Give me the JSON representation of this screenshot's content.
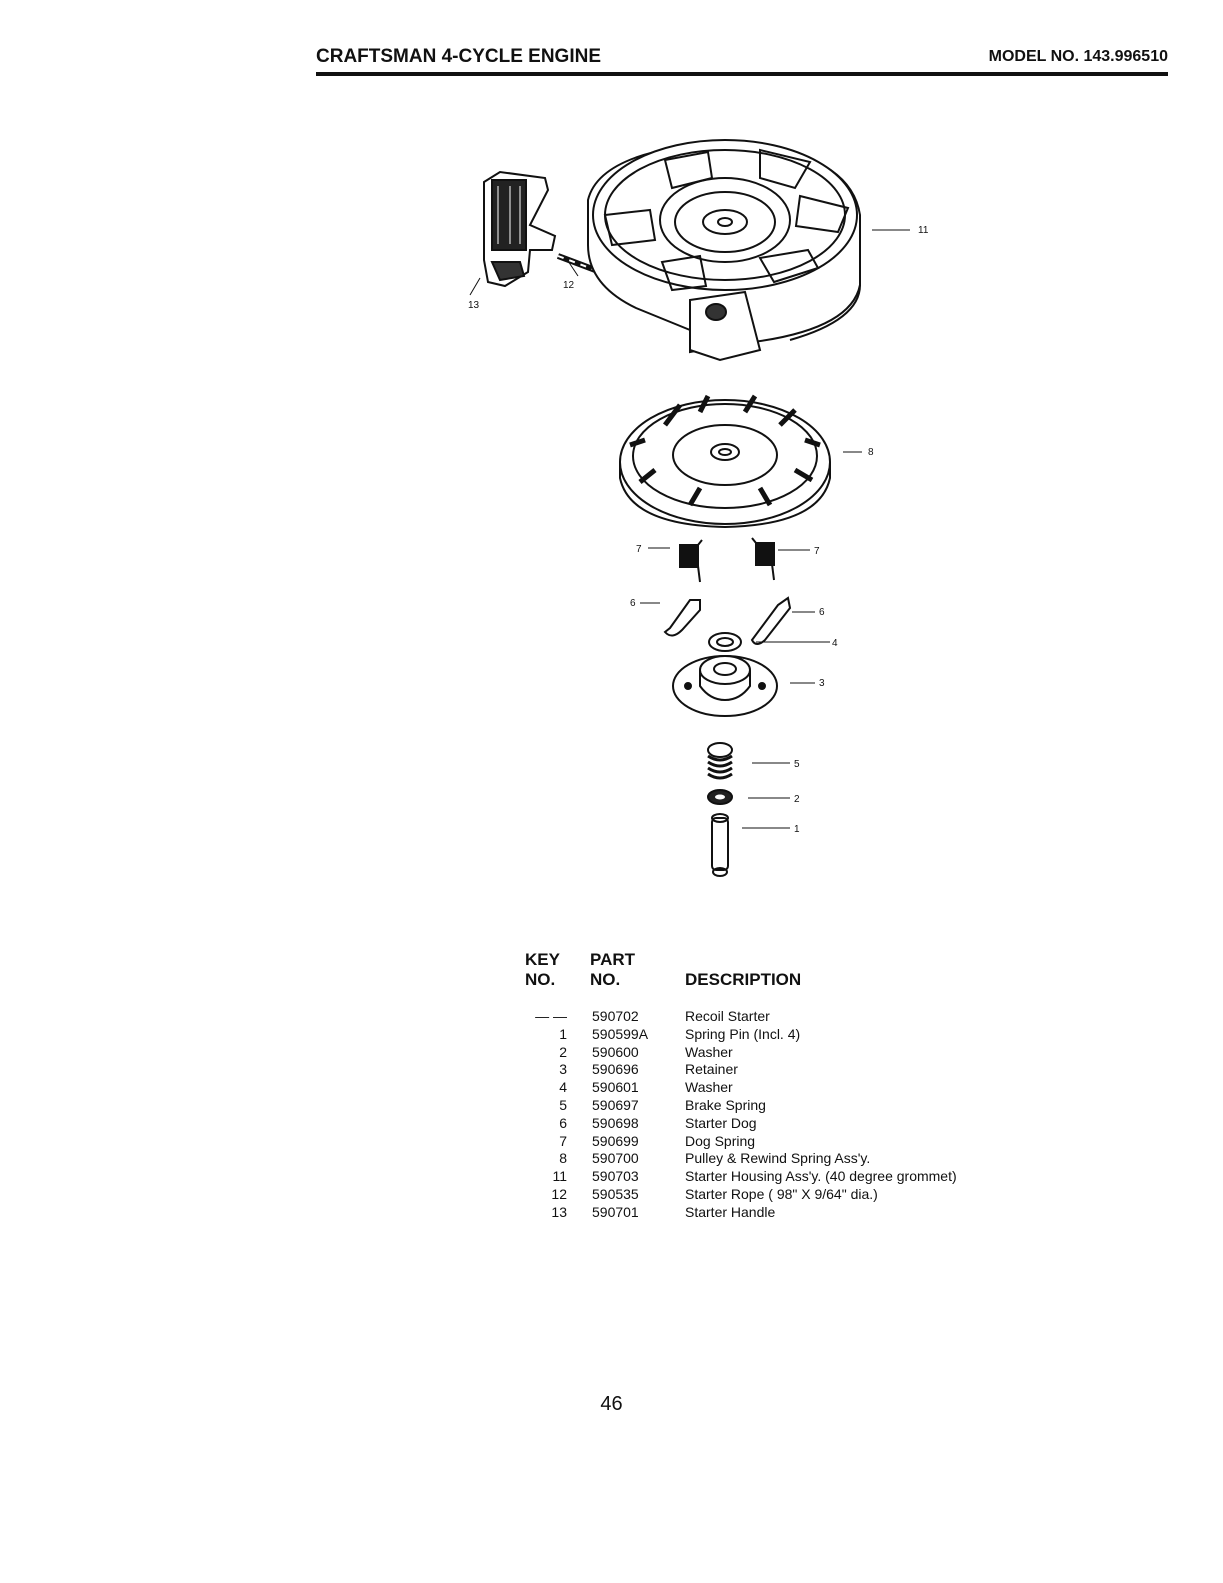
{
  "header": {
    "title": "CRAFTSMAN 4-CYCLE ENGINE",
    "model": "MODEL NO. 143.996510"
  },
  "diagram": {
    "callouts": [
      "11",
      "12",
      "13",
      "8",
      "7",
      "7",
      "6",
      "6",
      "4",
      "3",
      "5",
      "2",
      "1"
    ]
  },
  "parts_table": {
    "headers": {
      "key_line1": "KEY",
      "key_line2": "NO.",
      "part_line1": "PART",
      "part_line2": "NO.",
      "description": "DESCRIPTION"
    },
    "rows": [
      {
        "key": "— —",
        "part": "590702",
        "description": "Recoil Starter"
      },
      {
        "key": "1",
        "part": "590599A",
        "description": "Spring Pin (Incl. 4)"
      },
      {
        "key": "2",
        "part": "590600",
        "description": "Washer"
      },
      {
        "key": "3",
        "part": "590696",
        "description": "Retainer"
      },
      {
        "key": "4",
        "part": "590601",
        "description": "Washer"
      },
      {
        "key": "5",
        "part": "590697",
        "description": "Brake Spring"
      },
      {
        "key": "6",
        "part": "590698",
        "description": "Starter Dog"
      },
      {
        "key": "7",
        "part": "590699",
        "description": "Dog Spring"
      },
      {
        "key": "8",
        "part": "590700",
        "description": "Pulley & Rewind Spring Ass'y."
      },
      {
        "key": "11",
        "part": "590703",
        "description": "Starter Housing Ass'y. (40 degree grommet)"
      },
      {
        "key": "12",
        "part": "590535",
        "description": "Starter Rope ( 98\" X 9/64\" dia.)"
      },
      {
        "key": "13",
        "part": "590701",
        "description": "Starter Handle"
      }
    ]
  },
  "page_number": "46"
}
